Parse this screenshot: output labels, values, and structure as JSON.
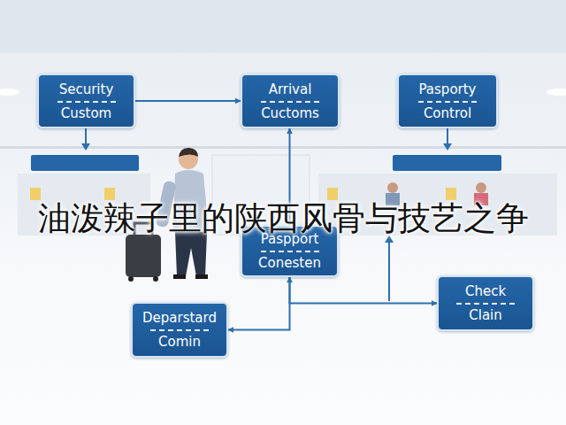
{
  "diagram": {
    "title": "油泼辣子里的陕西风骨与技艺之争",
    "nodes": [
      {
        "text": [
          "Security",
          "Custom"
        ]
      },
      {
        "text": [
          "Arrival",
          "Cuctoms"
        ]
      },
      {
        "text": [
          "Pasporty",
          "Control"
        ]
      },
      {
        "text": [
          "Paspport",
          "Conesten"
        ]
      },
      {
        "text": [
          "Check",
          "Clain"
        ]
      },
      {
        "text": [
          "Deparstard",
          "Comin"
        ]
      }
    ],
    "edges": [
      {
        "from": 0,
        "to": 1,
        "arrow": "to"
      },
      {
        "from": 3,
        "to": 1,
        "arrow": "to"
      },
      {
        "from": 3,
        "to": 4,
        "arrow": "to"
      },
      {
        "from": 5,
        "to": 3,
        "arrow": "both"
      }
    ]
  }
}
